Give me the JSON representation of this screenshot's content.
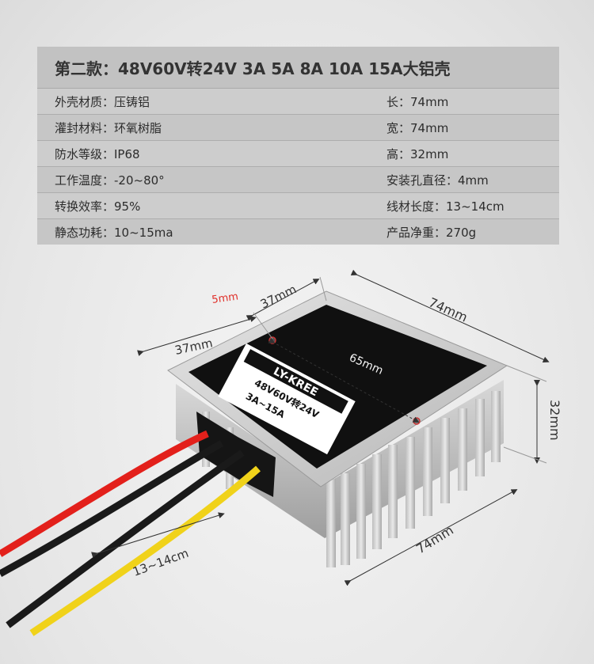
{
  "spec": {
    "title": "第二款：48V60V转24V 3A 5A 8A 10A 15A大铝壳",
    "rows": [
      {
        "left": "外壳材质：压铸铝",
        "right": "长：74mm"
      },
      {
        "left": "灌封材料：环氧树脂",
        "right": "宽：74mm"
      },
      {
        "left": "防水等级：IP68",
        "right": "高：32mm"
      },
      {
        "left": "工作温度：-20~80°",
        "right": "安装孔直径：4mm"
      },
      {
        "left": "转换效率：95%",
        "right": "线材长度：13~14cm"
      },
      {
        "left": "静态功耗：10~15ma",
        "right": "产品净重：270g"
      }
    ]
  },
  "dimensions": {
    "hole_offset": "5mm",
    "top_half": "37mm",
    "left_half": "37mm",
    "length_top": "74mm",
    "hole_spacing": "65mm",
    "height": "32mm",
    "length_bottom": "74mm",
    "wire_length": "13~14cm"
  },
  "label": {
    "brand": "LY-KREE",
    "line1": "48V60V转24V",
    "line2": "3A~15A"
  },
  "colors": {
    "hole_offset": "#e0302a",
    "wire_red": "#e3201b",
    "wire_yellow": "#f0d21a",
    "wire_black": "#1a1a1a"
  }
}
